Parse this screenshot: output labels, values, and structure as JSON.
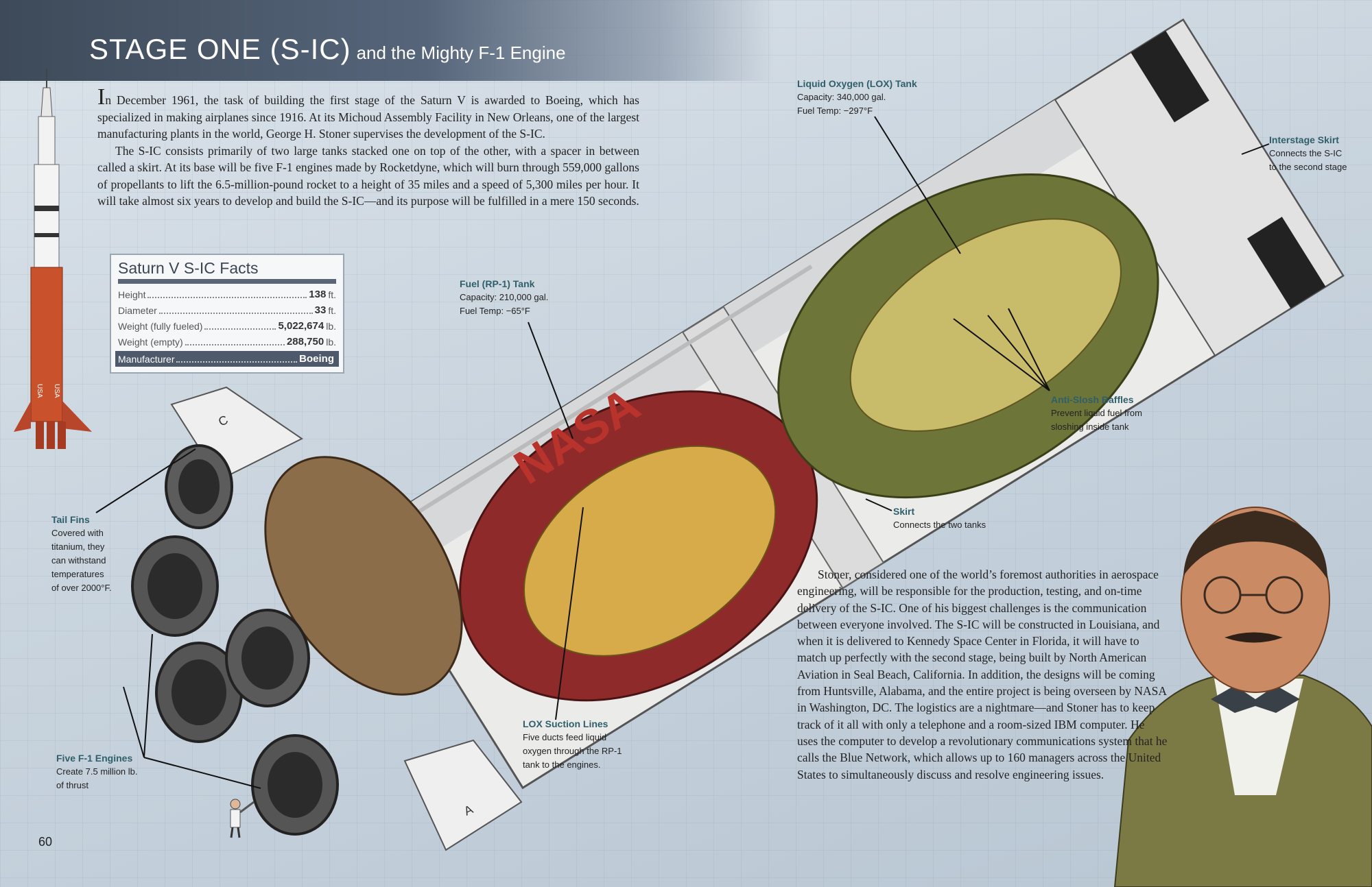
{
  "header": {
    "title_main": "STAGE ONE (S-IC)",
    "title_sub": "and the Mighty F-1 Engine"
  },
  "intro": {
    "dropcap": "I",
    "p1": "n December 1961, the task of building the first stage of the Saturn V is awarded to Boeing, which has specialized in making airplanes since 1916. At its Michoud Assembly Facility in New Orleans, one of the largest manufacturing plants in the world, George H. Stoner supervises the development of the S-IC.",
    "p2": "The S-IC consists primarily of two large tanks stacked one on top of the other, with a spacer in between called a skirt. At its base will be five F-1 engines made by Rocketdyne, which will burn through 559,000 gallons of propellants to lift the 6.5-million-pound rocket to a height of 35 miles and a speed of 5,300 miles per hour. It will take almost six years to develop and build the S-IC—and its purpose will be fulfilled in a mere 150 seconds."
  },
  "facts": {
    "title": "Saturn V S-IC Facts",
    "rows": [
      {
        "label": "Height",
        "value": "138",
        "unit": "ft."
      },
      {
        "label": "Diameter",
        "value": "33",
        "unit": "ft."
      },
      {
        "label": "Weight (fully fueled)",
        "value": "5,022,674",
        "unit": "lb."
      },
      {
        "label": "Weight (empty)",
        "value": "288,750",
        "unit": "lb."
      },
      {
        "label": "Manufacturer",
        "value": "Boeing",
        "unit": ""
      }
    ]
  },
  "callouts": {
    "lox": {
      "heading": "Liquid Oxygen (LOX) Tank",
      "lines": [
        "Capacity: 340,000 gal.",
        "Fuel Temp: −297°F"
      ]
    },
    "interstage": {
      "heading": "Interstage Skirt",
      "lines": [
        "Connects the S-IC",
        "to the second stage"
      ]
    },
    "fuel": {
      "heading": "Fuel (RP-1) Tank",
      "lines": [
        "Capacity: 210,000 gal.",
        "Fuel Temp: −65°F"
      ]
    },
    "baffles": {
      "heading": "Anti-Slosh Baffles",
      "lines": [
        "Prevent liquid fuel from",
        "sloshing inside tank"
      ]
    },
    "skirt": {
      "heading": "Skirt",
      "lines": [
        "Connects the two tanks"
      ]
    },
    "fins": {
      "heading": "Tail Fins",
      "lines": [
        "Covered with",
        "titanium, they",
        "can withstand",
        "temperatures",
        "of over 2000°F."
      ]
    },
    "suction": {
      "heading": "LOX Suction Lines",
      "lines": [
        "Five ducts feed liquid",
        "oxygen through the RP-1",
        "tank to the engines."
      ]
    },
    "engines": {
      "heading": "Five F-1 Engines",
      "lines": [
        "Create 7.5 million lb.",
        "of thrust"
      ]
    }
  },
  "story": {
    "text": "Stoner, considered one of the world’s foremost authorities in aerospace engineering, will be responsible for the production, testing, and on-time delivery of the S-IC. One of his biggest challenges is the communication between everyone involved. The S-IC will be constructed in Louisiana, and when it is delivered to Kennedy Space Center in Florida, it will have to match up perfectly with the second stage, being built by North American Aviation in Seal Beach, California. In addition, the designs will be coming from Huntsville, Alabama, and the entire project is being overseen by NASA in Washington, DC. The logistics are a nightmare—and Stoner has to keep track of it all with only a telephone and a room-sized IBM computer. He uses the computer to develop a revolutionary communications system that he calls the Blue Network, which allows up to 160 managers across the United States to simultaneously discuss and resolve engineering issues."
  },
  "illustration": {
    "side_rocket_lettering": [
      "USA",
      "USA"
    ],
    "stage_lettering": "NASA",
    "fin_labels": [
      "C",
      "A"
    ]
  },
  "page": {
    "number": "60"
  },
  "colors": {
    "banner": "#4a5768",
    "callout_heading": "#2f5f6a",
    "rust": "#b8462a",
    "tank_red": "#8f2a2a",
    "tank_green": "#6e7538"
  }
}
